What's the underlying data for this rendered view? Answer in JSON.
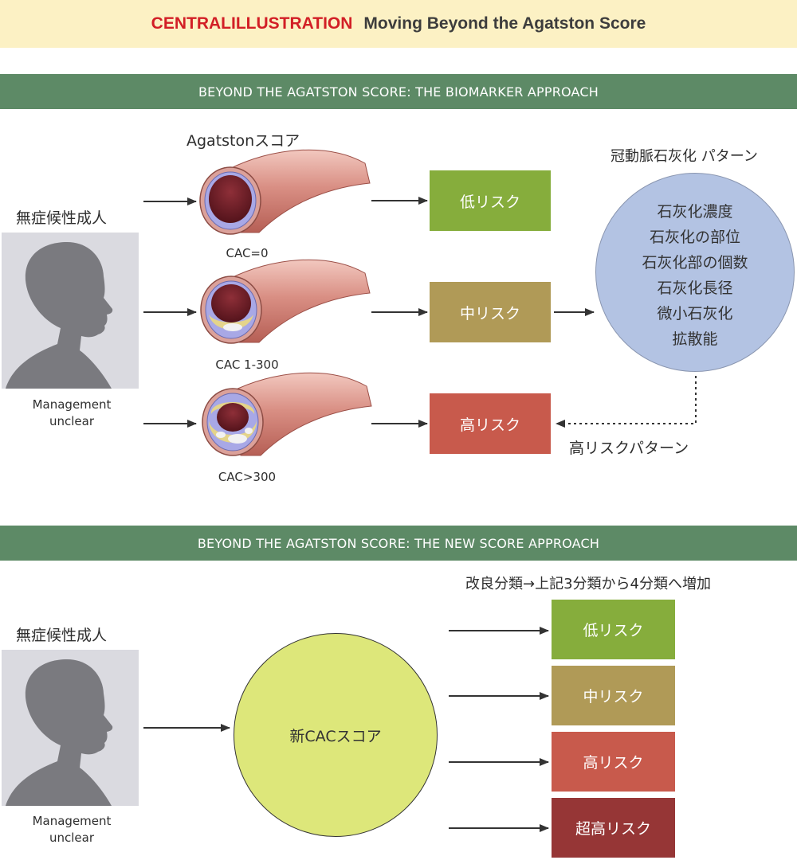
{
  "title": {
    "label": "CENTRALILLUSTRATION",
    "text": "Moving Beyond the Agatston Score"
  },
  "section1": {
    "header": "BEYOND THE AGATSTON SCORE: THE BIOMARKER APPROACH",
    "agatston_label": "Agatstonスコア",
    "population_label": "無症候性成人",
    "management_line1": "Management",
    "management_line2": "unclear",
    "vessels": [
      {
        "label": "CAC=0"
      },
      {
        "label": "CAC 1-300"
      },
      {
        "label": "CAC>300"
      }
    ],
    "risks": [
      "低リスク",
      "中リスク",
      "高リスク"
    ],
    "pattern_title": "冠動脈石灰化 パターン",
    "pattern_items": [
      "石灰化濃度",
      "石灰化の部位",
      "石灰化部の個数",
      "石灰化長径",
      "微小石灰化",
      "拡散能"
    ],
    "high_risk_pattern": "高リスクパターン"
  },
  "section2": {
    "header": "BEYOND THE AGATSTON SCORE: THE NEW SCORE APPROACH",
    "population_label": "無症候性成人",
    "management_line1": "Management",
    "management_line2": "unclear",
    "new_score": "新CACスコア",
    "classification_label": "改良分類→上記3分類から4分類へ増加",
    "risks": [
      "低リスク",
      "中リスク",
      "高リスク",
      "超高リスク"
    ]
  },
  "colors": {
    "low": "#86ad3c",
    "mid": "#b09a57",
    "high": "#c85a4c",
    "very_high": "#963636",
    "section_bar": "#5d8a66",
    "title_bg": "#fcf1c4",
    "pattern_circle": "#b3c3e3",
    "new_score_circle": "#dde77a"
  }
}
